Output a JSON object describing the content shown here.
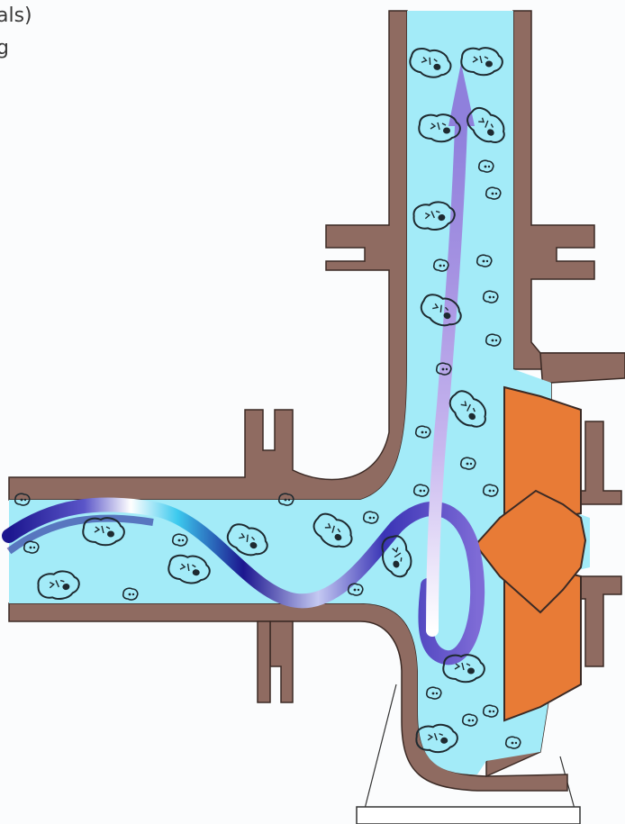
{
  "caption": {
    "line1": "als)",
    "line2": "g"
  },
  "colors": {
    "casing": "#8f6b61",
    "casing_stroke": "#3b2a25",
    "fluid": "#a3ebf8",
    "impeller": "#e87b36",
    "flow_arrow_dark": "#1c168f",
    "flow_arrow_light": "#b9a6e8",
    "solids_stroke": "#1e2a30",
    "background": "#fbfcfd"
  },
  "components": [
    {
      "name": "horizontal-inlet-pipe",
      "kind": "casing"
    },
    {
      "name": "vertical-discharge-pipe",
      "kind": "casing"
    },
    {
      "name": "pump-volute",
      "kind": "casing"
    },
    {
      "name": "impeller",
      "kind": "rotor"
    },
    {
      "name": "swirling-inflow",
      "kind": "flow-arrow"
    },
    {
      "name": "upward-discharge-flow",
      "kind": "flow-arrow"
    },
    {
      "name": "suspended-solids",
      "kind": "particles"
    },
    {
      "name": "pump-base",
      "kind": "support"
    }
  ]
}
